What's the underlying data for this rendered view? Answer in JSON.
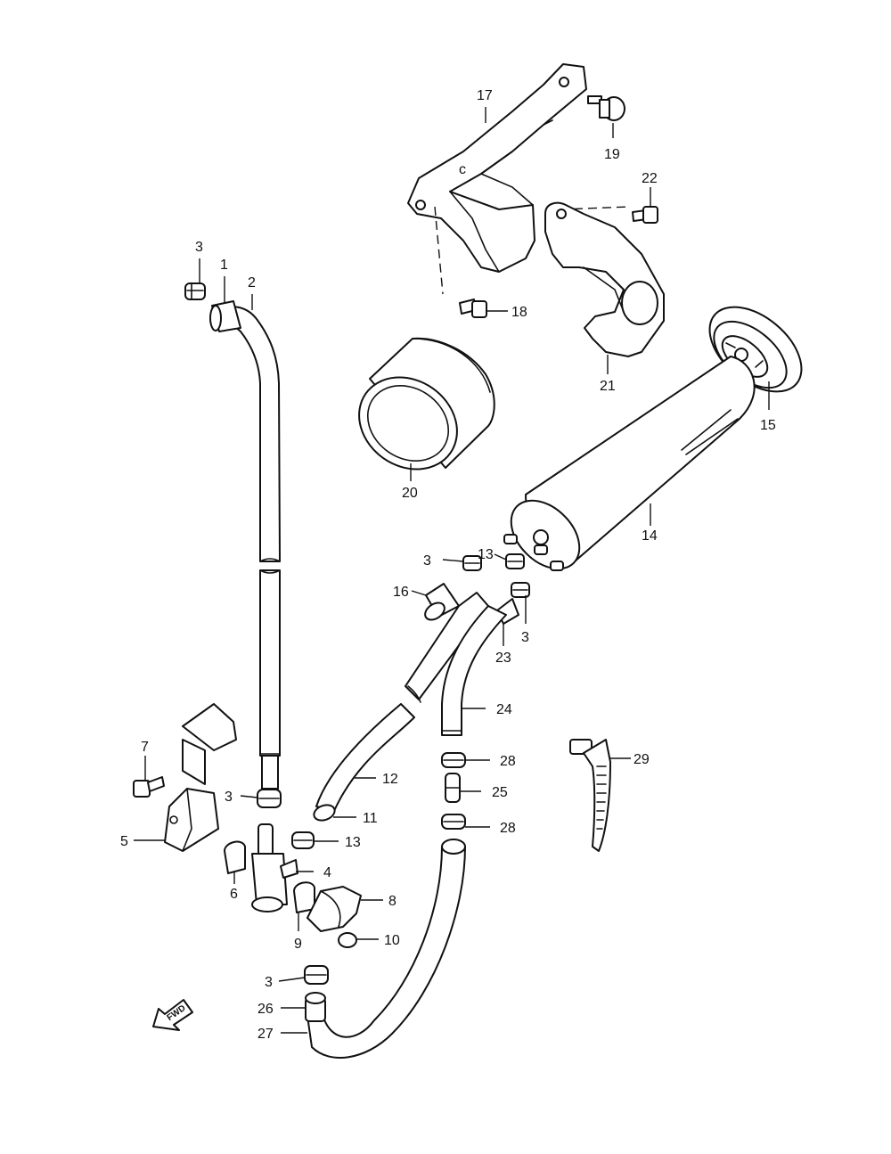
{
  "diagram": {
    "callouts": {
      "c1": "1",
      "c2": "2",
      "c3a": "3",
      "c3b": "3",
      "c3c": "3",
      "c3d": "3",
      "c3e": "3",
      "c4": "4",
      "c5": "5",
      "c6": "6",
      "c7": "7",
      "c8": "8",
      "c9": "9",
      "c10": "10",
      "c11": "11",
      "c12": "12",
      "c13a": "13",
      "c13b": "13",
      "c14": "14",
      "c15": "15",
      "c16": "16",
      "c17": "17",
      "c18": "18",
      "c19": "19",
      "c20": "20",
      "c21": "21",
      "c22": "22",
      "c23": "23",
      "c24": "24",
      "c25": "25",
      "c26": "26",
      "c27": "27",
      "c28a": "28",
      "c28b": "28",
      "c29": "29"
    },
    "direction_marker": "FWD"
  }
}
